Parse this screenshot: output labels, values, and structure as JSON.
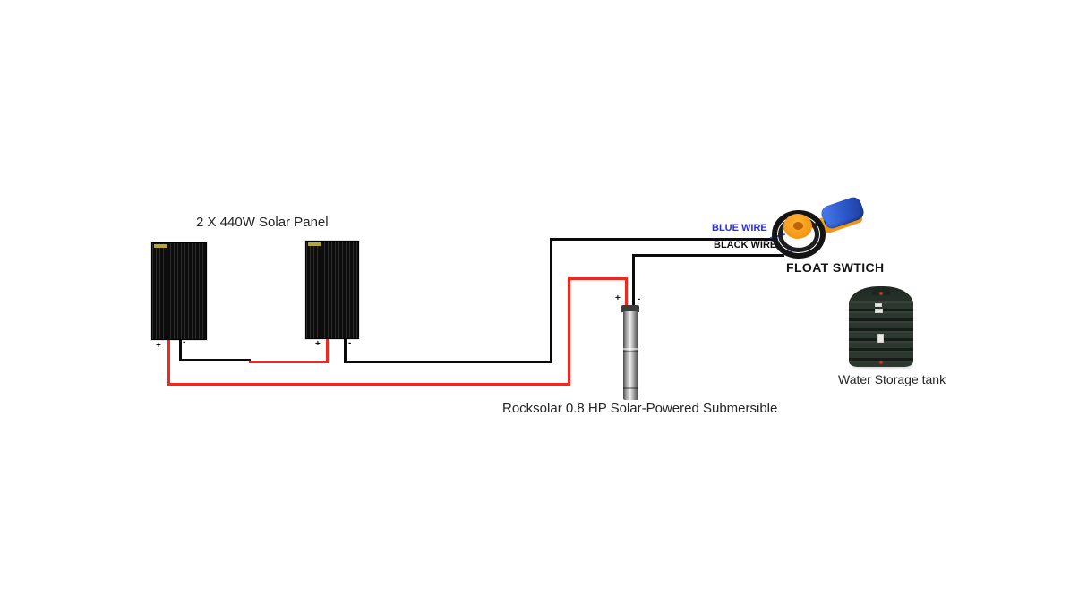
{
  "diagram": {
    "title": "2 X 440W Solar Panel",
    "pump_label": "Rocksolar 0.8 HP Solar-Powered Submersible",
    "float_switch_label": "FLOAT SWTICH",
    "tank_label": "Water Storage tank",
    "blue_wire_label": "BLUE WIRE",
    "black_wire_label": "BLACK WIRE",
    "terminals": {
      "plus": "+",
      "minus": "-"
    }
  },
  "colors": {
    "background": "#ffffff",
    "positive_wire": "#f5261d",
    "negative_wire": "#0a0a0a",
    "blue_wire_label": "#2a2ee2",
    "float_lead_blue": "#3448d8",
    "float_orange": "#f5940e",
    "float_blue": "#2b57c8",
    "tank_body": "#2c372f",
    "text": "#242424"
  }
}
